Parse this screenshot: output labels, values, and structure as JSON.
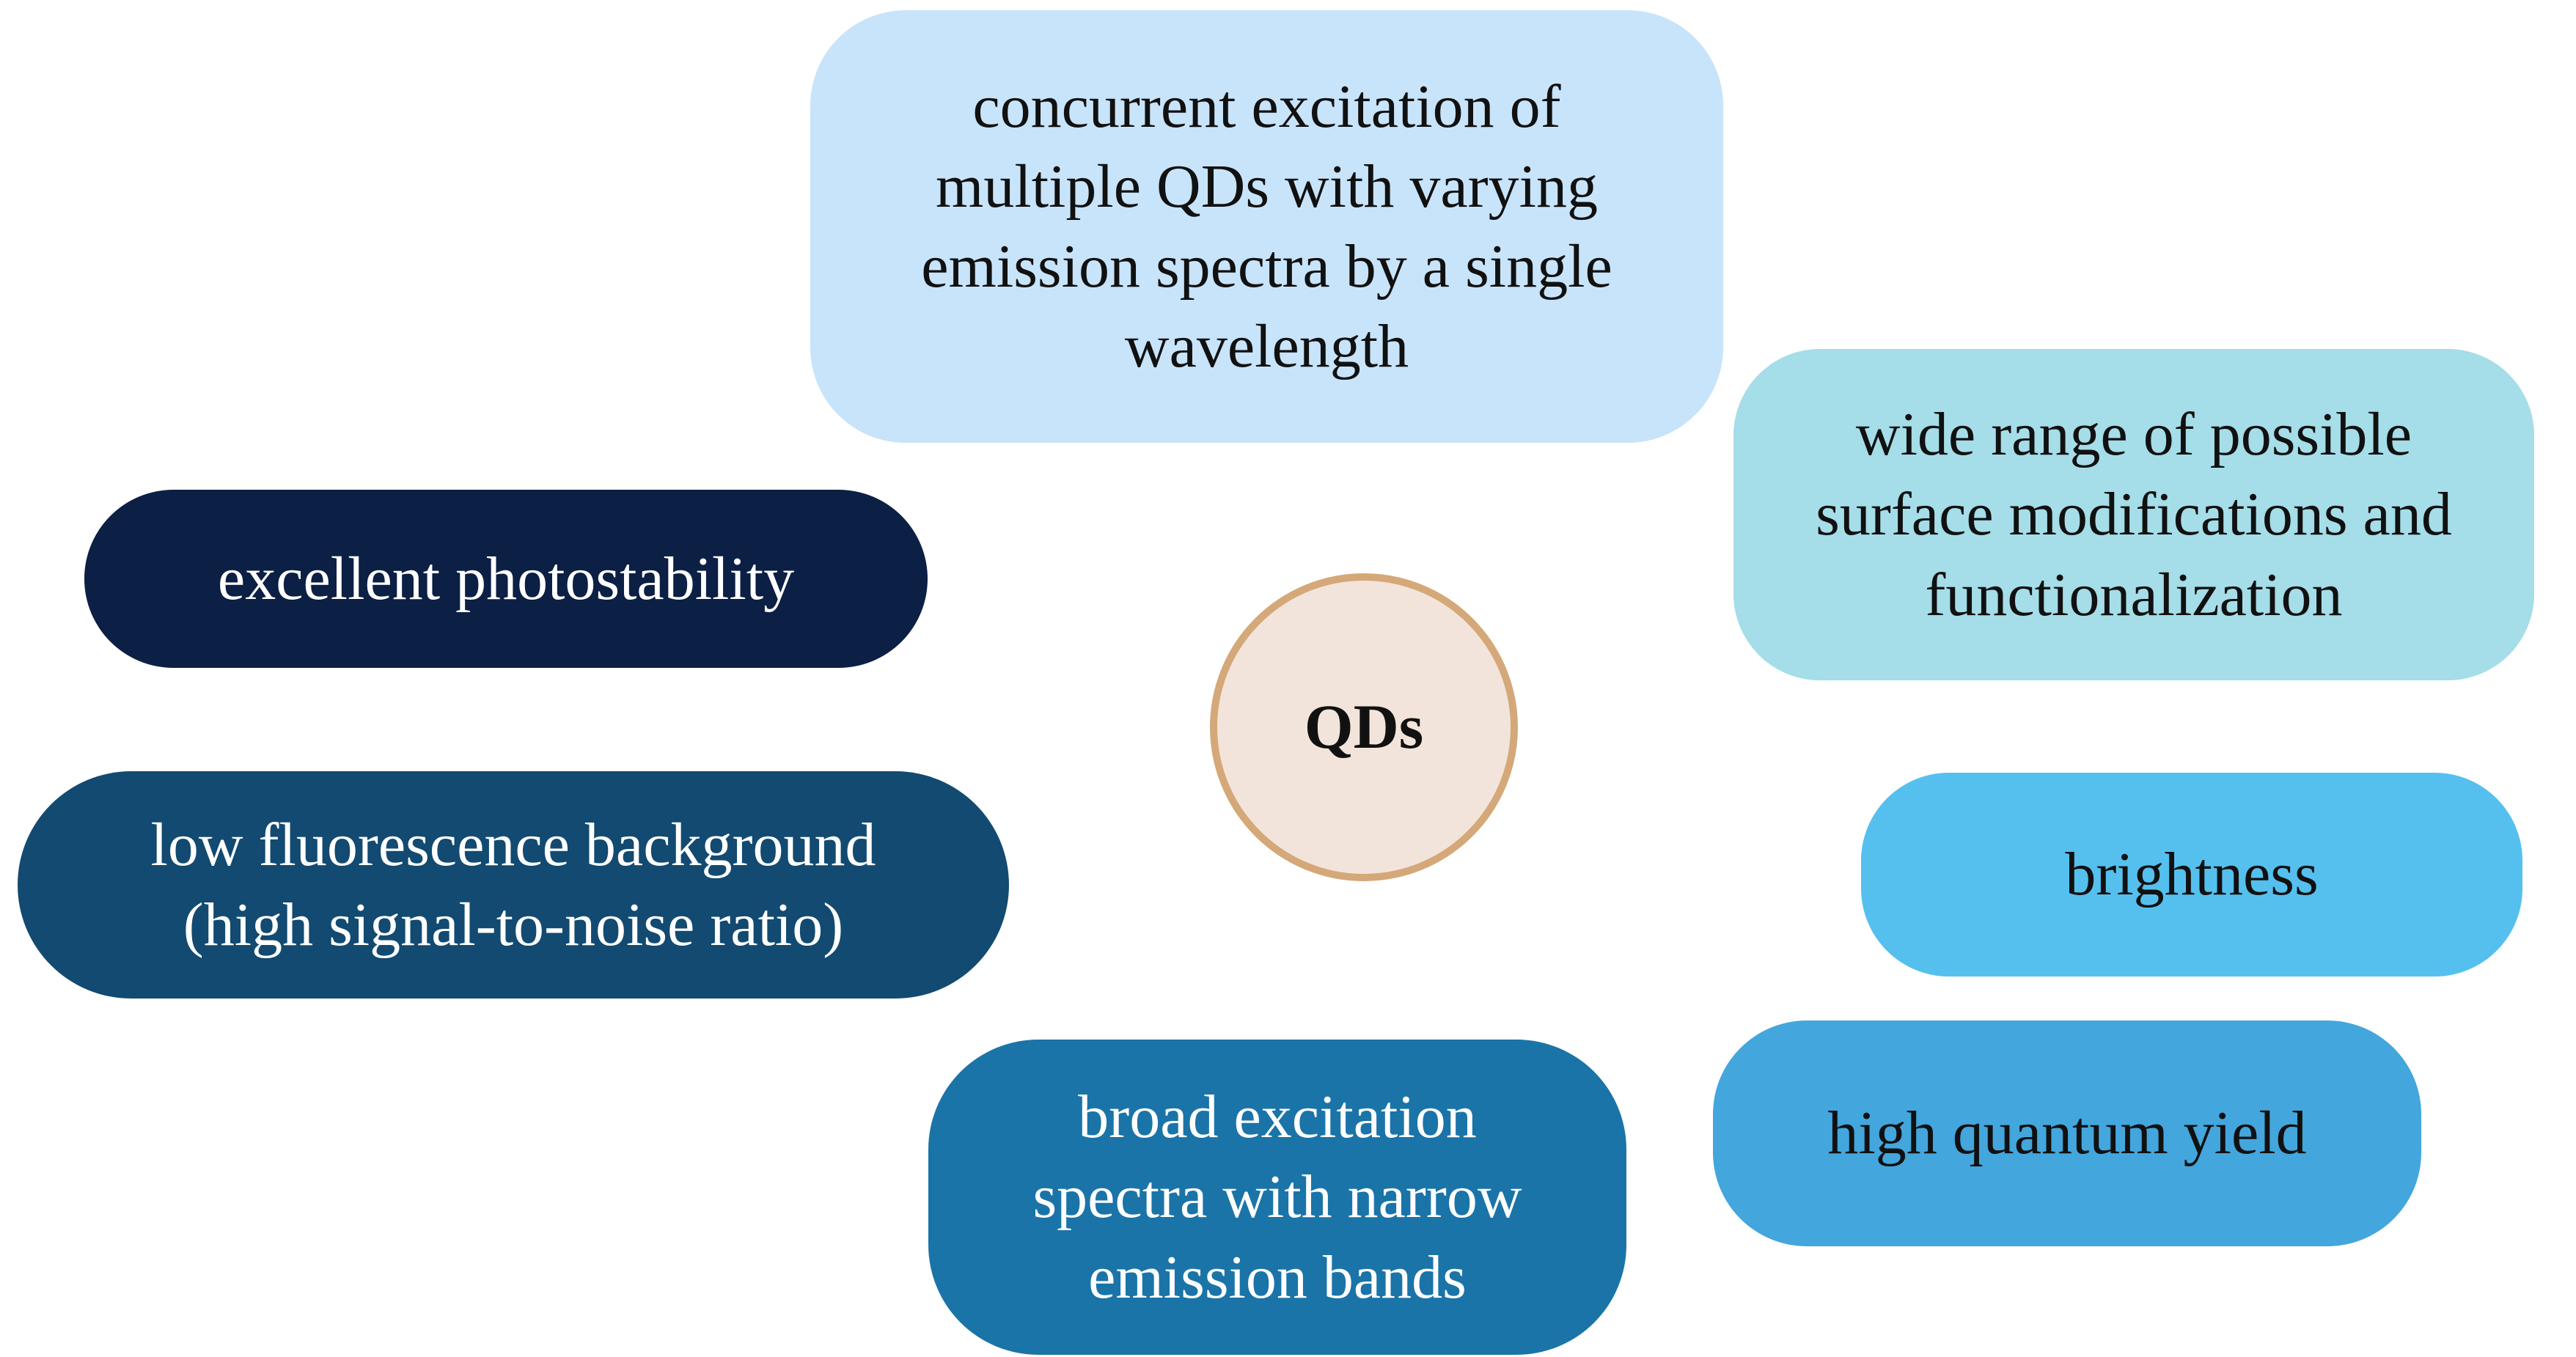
{
  "diagram": {
    "type": "hub-and-spoke concept map",
    "background_color": "#ffffff",
    "hub": {
      "label": "QDs",
      "shape": "circle",
      "fill_color": "#f3e4db",
      "border_color": "#d4a878",
      "text_color": "#111111"
    },
    "nodes": [
      {
        "id": "concurrent-excitation",
        "label": "concurrent excitation of\nmultiple QDs with varying\nemission spectra by a single\nwavelength",
        "position": "top-center",
        "fill_color": "#c8e4fa",
        "text_color": "#111111"
      },
      {
        "id": "excellent-photostability",
        "label": "excellent photostability",
        "position": "left-upper",
        "fill_color": "#0c1f44",
        "text_color": "#ffffff"
      },
      {
        "id": "low-fluorescence-background",
        "label": "low fluorescence background\n(high signal-to-noise ratio)",
        "position": "left-lower",
        "fill_color": "#124a71",
        "text_color": "#ffffff"
      },
      {
        "id": "surface-modifications",
        "label": "wide range of possible\nsurface modifications and\nfunctionalization",
        "position": "right-upper",
        "fill_color": "#a5dde8",
        "text_color": "#111111"
      },
      {
        "id": "brightness",
        "label": "brightness",
        "position": "right-middle",
        "fill_color": "#55c0ee",
        "text_color": "#111111"
      },
      {
        "id": "high-quantum-yield",
        "label": "high quantum yield",
        "position": "right-lower",
        "fill_color": "#43a6dd",
        "text_color": "#111111"
      },
      {
        "id": "broad-excitation",
        "label": "broad excitation\nspectra with narrow\nemission bands",
        "position": "bottom-center",
        "fill_color": "#1a74a8",
        "text_color": "#ffffff"
      }
    ]
  }
}
